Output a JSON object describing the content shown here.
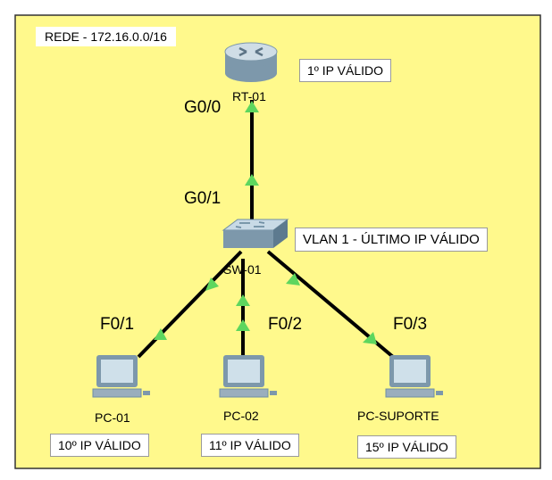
{
  "network": {
    "title": "REDE - 172.16.0.0/16"
  },
  "colors": {
    "background": "#fff98c",
    "link": "#000000",
    "link_light": "#5ed65e",
    "border": "#333333"
  },
  "devices": {
    "router": {
      "name": "RT-01",
      "ip": "1º IP VÁLIDO"
    },
    "switch": {
      "name": "SW-01",
      "ip": "VLAN 1 - ÚLTIMO IP VÁLIDO"
    },
    "pc1": {
      "name": "PC-01",
      "ip": "10º IP VÁLIDO"
    },
    "pc2": {
      "name": "PC-02",
      "ip": "11º IP VÁLIDO"
    },
    "pc3": {
      "name": "PC-SUPORTE",
      "ip": "15º IP VÁLIDO"
    }
  },
  "ports": {
    "router_port": "G0/0",
    "switch_uplink": "G0/1",
    "switch_pc1": "F0/1",
    "switch_pc2": "F0/2",
    "switch_pc3": "F0/3"
  }
}
